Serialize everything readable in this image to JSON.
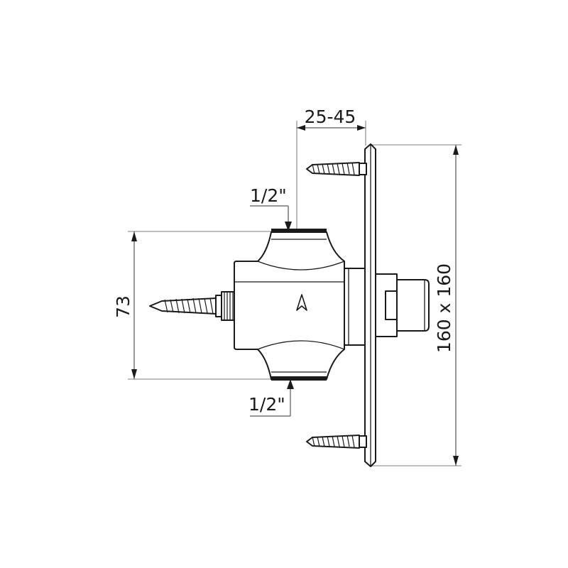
{
  "drawing": {
    "dimensions": {
      "wall_depth": "25-45",
      "inlet_top": "1/2\"",
      "inlet_bottom": "1/2\"",
      "body_height": "73",
      "plate_size": "160 x 160"
    },
    "logo_icon": "triangle-logo-icon",
    "line_color": "#1a1a1a"
  }
}
